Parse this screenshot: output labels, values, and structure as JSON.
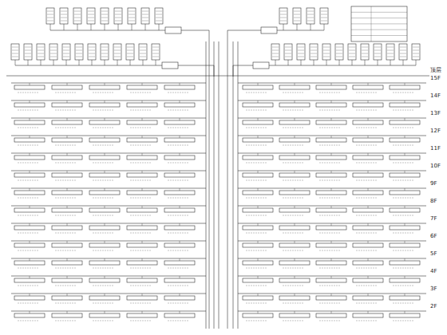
{
  "diagram": {
    "labels": [
      "顶层",
      "15F",
      "14F",
      "13F",
      "12F",
      "11F",
      "10F",
      "9F",
      "8F",
      "7F",
      "6F",
      "5F",
      "4F",
      "3F",
      "2F"
    ]
  }
}
